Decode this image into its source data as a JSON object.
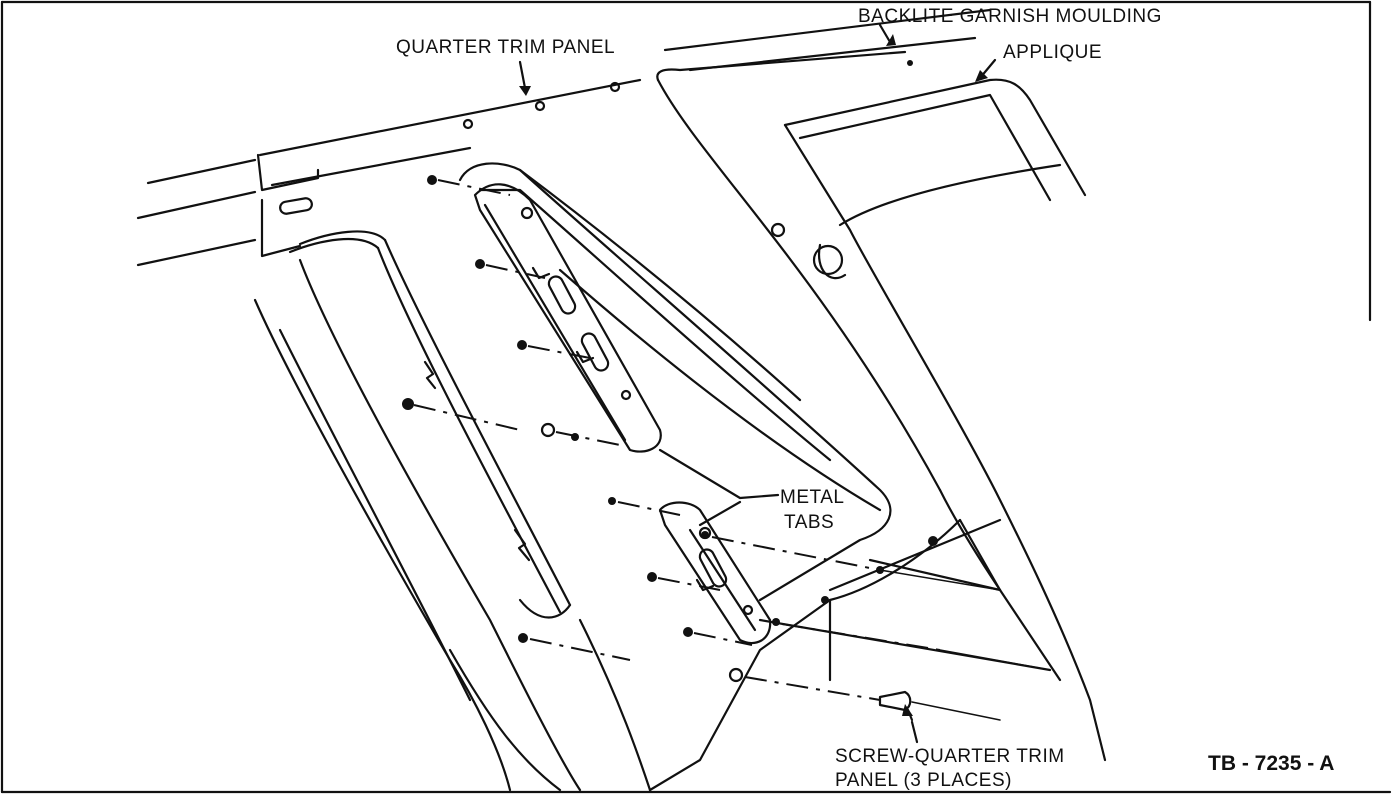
{
  "labels": {
    "backlite_garnish_moulding": "BACKLITE GARNISH MOULDING",
    "quarter_trim_panel": "QUARTER TRIM PANEL",
    "applique": "APPLIQUE",
    "metal_tabs_line1": "METAL",
    "metal_tabs_line2": "TABS",
    "screw_line1": "SCREW-QUARTER TRIM",
    "screw_line2": "PANEL (3 PLACES)",
    "figure_code": "TB - 7235 - A"
  }
}
